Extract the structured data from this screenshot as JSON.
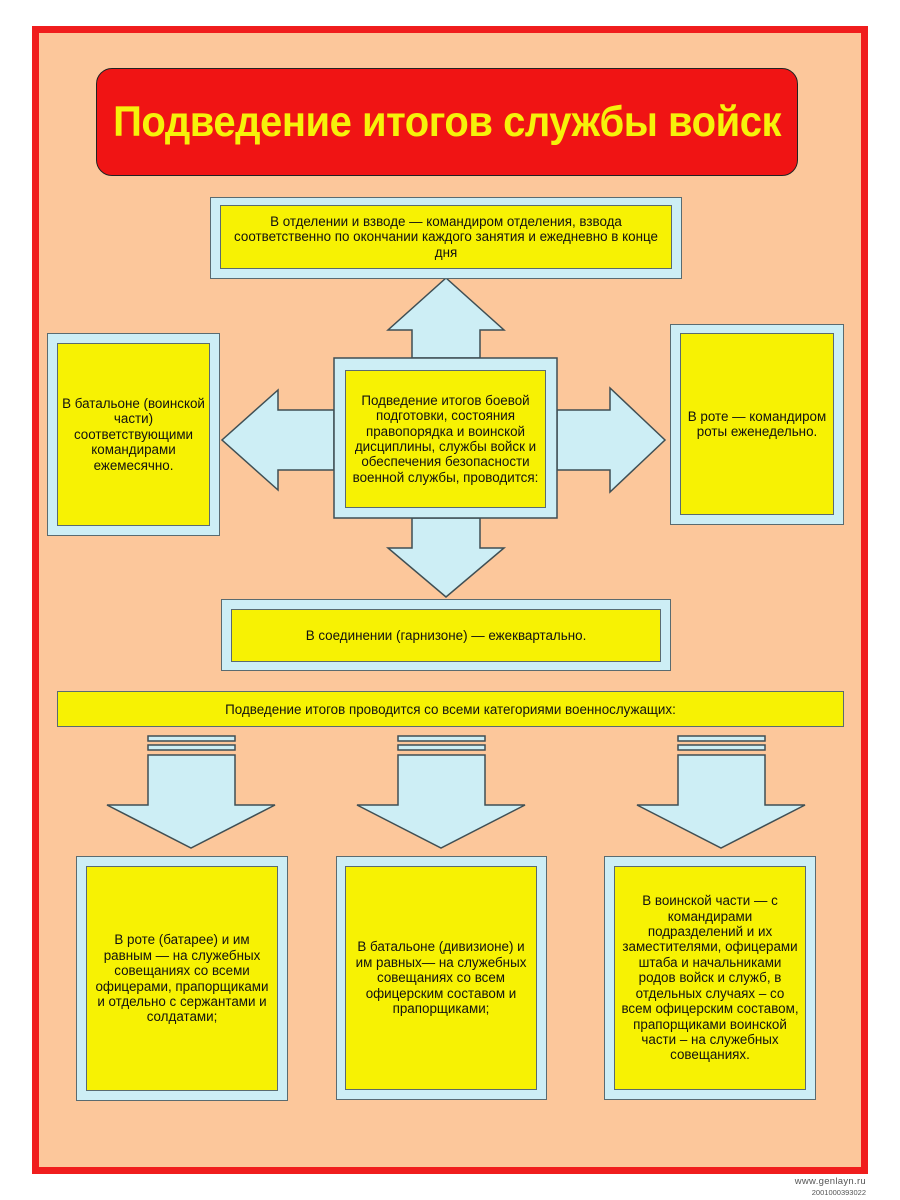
{
  "poster": {
    "title": "Подведение итогов службы войск",
    "top": "В отделении и взводе — командиром отделения, взвода соответственно по окончании каждого занятия и ежедневно в конце дня",
    "center": "Подведение итогов боевой подготовки, состояния правопорядка и воинской дисциплины, службы войск и обеспечения безопасности военной службы, проводится:",
    "left": "В батальоне (воинской части) соответствующими командирами ежемесячно.",
    "right": "В роте — командиром роты еженедельно.",
    "bottom": "В соединении (гарнизоне) — ежеквартально.",
    "categories_heading": "Подведение итогов проводится со всеми категориями военнослужащих:",
    "categories": [
      "В роте (батарее) и им равным — на служебных совещаниях со всеми офицерами, прапорщиками и отдельно с сержантами и солдатами;",
      "В батальоне (дивизионе) и им равных— на служебных совещаниях со всем офицерским составом и прапорщиками;",
      "В воинской части — с командирами подразделений и их заместителями, офицерами штаба и начальниками родов войск и служб, в отдельных случаях – со всем офицерским составом, прапорщиками воинской части – на служебных совещаниях."
    ]
  },
  "footer": {
    "url": "www.genlayn.ru",
    "code": "2001000393022"
  },
  "colors": {
    "background": "#fcc79b",
    "border": "#f01d1d",
    "title_bg": "#f01414",
    "title_text": "#f6f20a",
    "box_fill": "#f7f203",
    "frame_fill": "#cdeef5"
  }
}
